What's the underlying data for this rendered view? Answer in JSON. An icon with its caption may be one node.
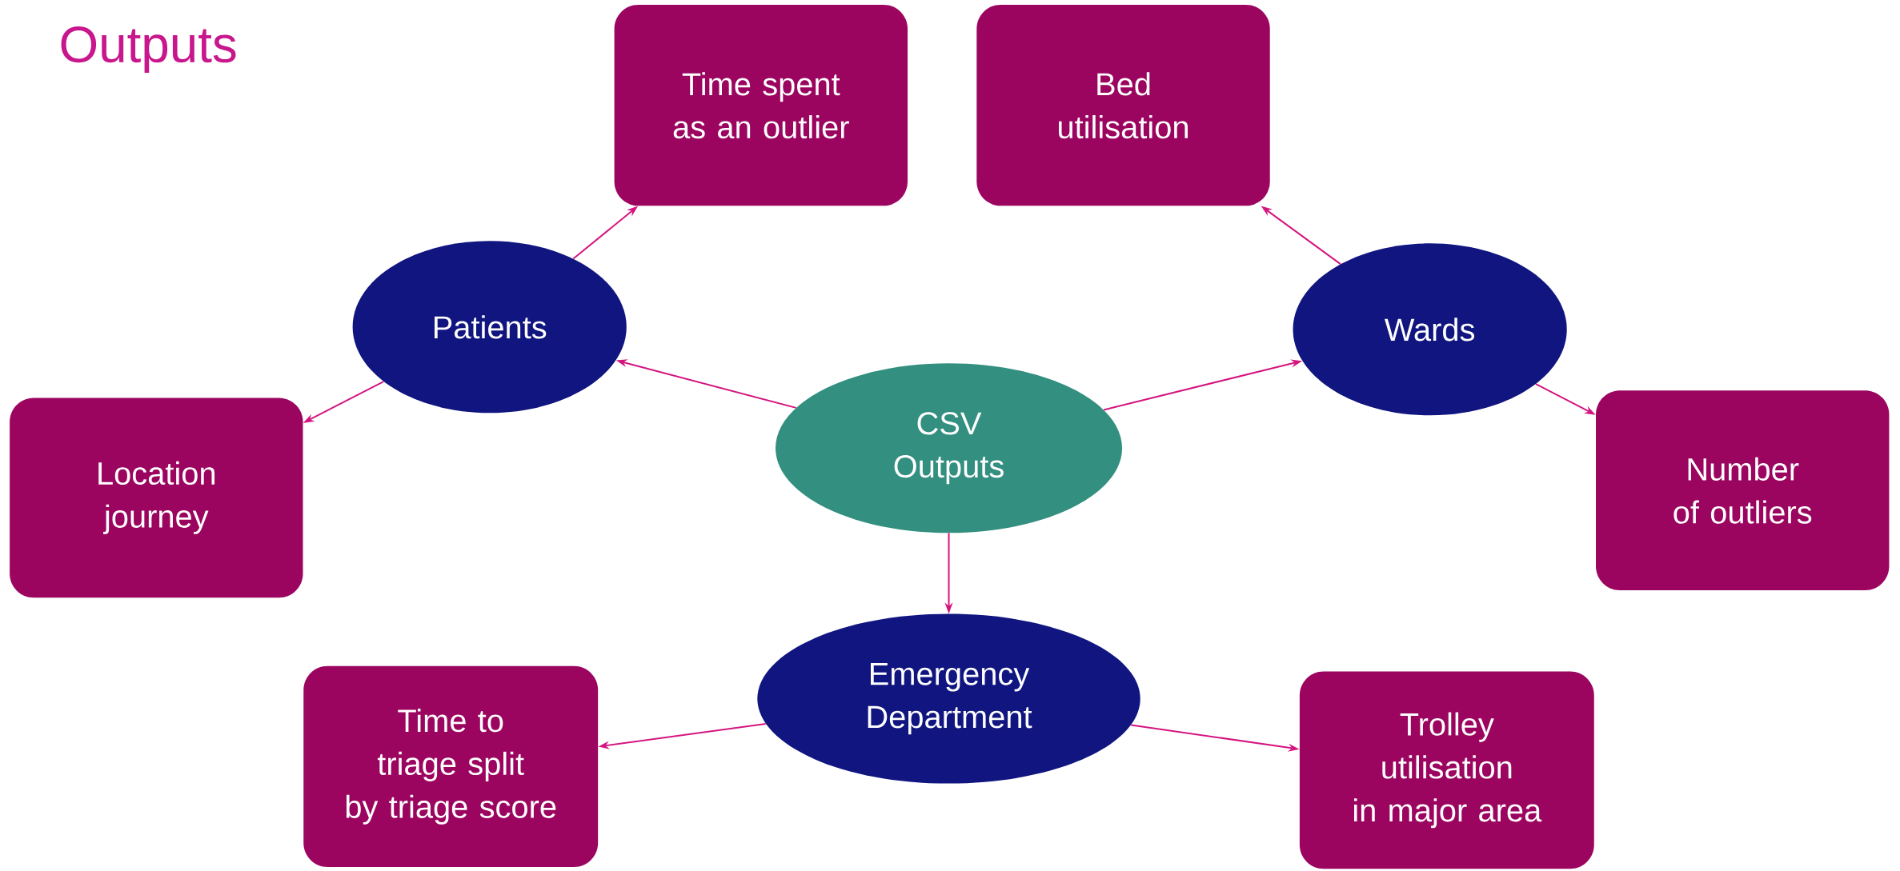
{
  "diagram": {
    "title": "Outputs",
    "nodes": [
      {
        "text": [
          "Time spent as an outlier"
        ]
      },
      {
        "text": [
          "Bed utilisation"
        ]
      },
      {
        "text": [
          "Patients"
        ]
      },
      {
        "text": [
          "Wards"
        ]
      },
      {
        "text": [
          "Location journey"
        ]
      },
      {
        "text": [
          "CSV Outputs"
        ]
      },
      {
        "text": [
          "Number of outliers"
        ]
      },
      {
        "text": [
          "Emergency Department"
        ]
      },
      {
        "text": [
          "Time to triage split by triage score"
        ]
      },
      {
        "text": [
          "Trolley utilisation in major area"
        ]
      }
    ],
    "edges": [
      {
        "from": 5,
        "to": 2,
        "arrow": "to"
      },
      {
        "from": 5,
        "to": 3,
        "arrow": "to"
      },
      {
        "from": 5,
        "to": 7,
        "arrow": "to"
      },
      {
        "from": 2,
        "to": 0,
        "arrow": "to"
      },
      {
        "from": 2,
        "to": 4,
        "arrow": "to"
      },
      {
        "from": 3,
        "to": 1,
        "arrow": "to"
      },
      {
        "from": 3,
        "to": 6,
        "arrow": "to"
      },
      {
        "from": 7,
        "to": 8,
        "arrow": "to"
      },
      {
        "from": 7,
        "to": 9,
        "arrow": "to"
      }
    ]
  }
}
